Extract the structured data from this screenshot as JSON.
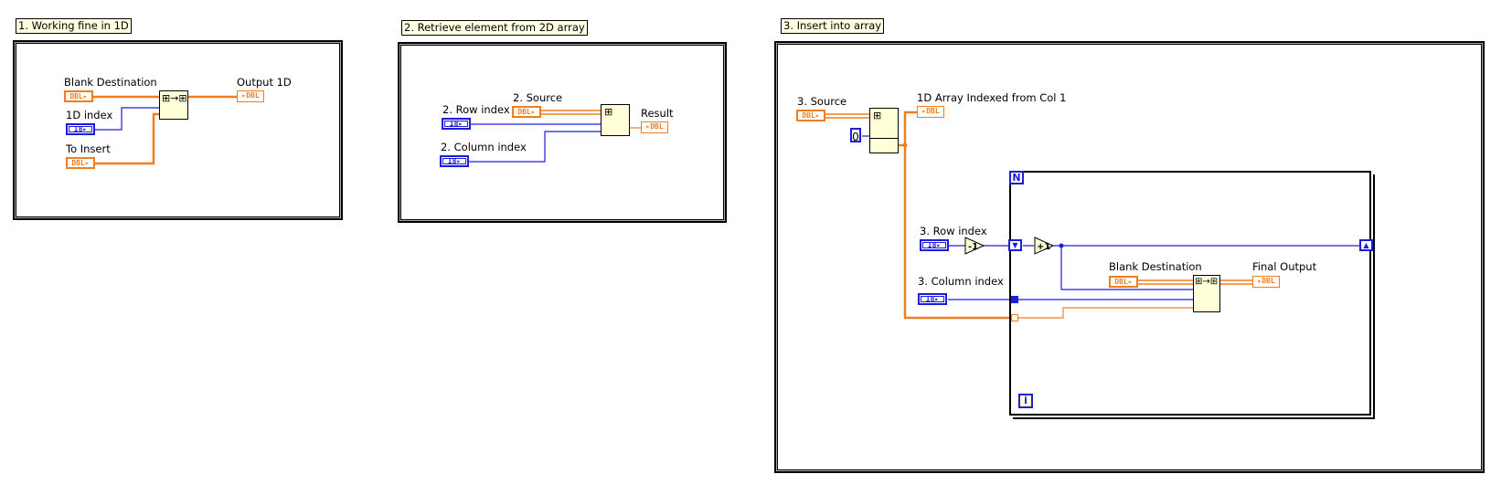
{
  "diagram": {
    "sections": [
      {
        "comment": "1. Working fine in 1D",
        "terminals": {
          "blank_destination": {
            "label": "Blank Destination",
            "type": "DBL",
            "kind": "control-array"
          },
          "index_1d": {
            "label": "1D index",
            "type": "I8",
            "kind": "control"
          },
          "to_insert": {
            "label": "To Insert",
            "type": "DBL",
            "kind": "control-array"
          },
          "output_1d": {
            "label": "Output 1D",
            "type": "DBL",
            "kind": "indicator-array"
          }
        },
        "nodes": [
          {
            "name": "Insert Into Array",
            "icon": "insert-into-array-icon"
          }
        ]
      },
      {
        "comment": "2. Retrieve element from 2D array",
        "terminals": {
          "row_index": {
            "label": "2. Row index",
            "type": "I8",
            "kind": "control"
          },
          "source": {
            "label": "2. Source",
            "type": "DBL",
            "kind": "control-2d-array"
          },
          "column_index": {
            "label": "2. Column index",
            "type": "I8",
            "kind": "control"
          },
          "result": {
            "label": "Result",
            "type": "DBL",
            "kind": "indicator"
          }
        },
        "nodes": [
          {
            "name": "Index Array",
            "icon": "index-array-icon"
          }
        ]
      },
      {
        "comment": "3. Insert into array",
        "terminals": {
          "source": {
            "label": "3. Source",
            "type": "DBL",
            "kind": "control-2d-array"
          },
          "constant": {
            "label": "",
            "value": "0",
            "kind": "constant"
          },
          "indexed_col": {
            "label": "1D Array Indexed from Col 1",
            "type": "DBL",
            "kind": "indicator-array"
          },
          "row_index": {
            "label": "3. Row index",
            "type": "I8",
            "kind": "control"
          },
          "column_index": {
            "label": "3. Column index",
            "type": "I8",
            "kind": "control"
          },
          "blank_destination": {
            "label": "Blank Destination",
            "type": "DBL",
            "kind": "control-2d-array"
          },
          "final_output": {
            "label": "Final Output",
            "type": "DBL",
            "kind": "indicator-2d-array"
          }
        },
        "nodes": [
          {
            "name": "Index Array",
            "icon": "index-array-icon"
          },
          {
            "name": "Decrement",
            "symbol": "-1"
          },
          {
            "name": "Increment",
            "symbol": "+1"
          },
          {
            "name": "Insert Into Array",
            "icon": "insert-into-array-icon"
          }
        ],
        "for_loop": {
          "count_terminal": "N",
          "iteration_terminal": "i"
        }
      }
    ],
    "colors": {
      "dbl_wire": "#f07d1e",
      "int_wire": "#1c1cd9",
      "node_fill": "#ffffd8",
      "comment_fill": "#ffffe1"
    }
  }
}
